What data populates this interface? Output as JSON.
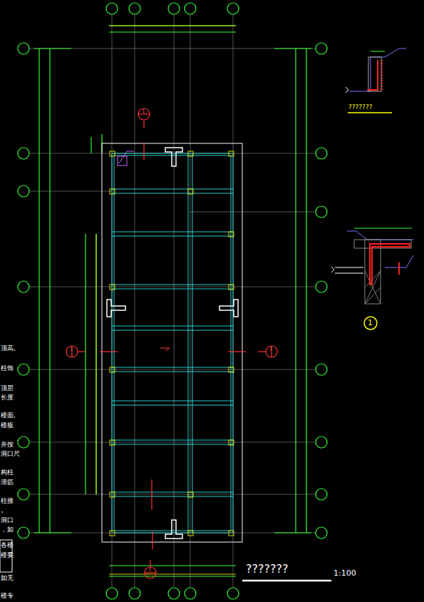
{
  "diagram": {
    "labels": [
      "???????",
      "1",
      "???????",
      "1:100",
      "1",
      "1",
      "1",
      "1",
      "顶高,",
      "柱饰",
      "顶层",
      "长度",
      "楼面,",
      "楼板",
      "并按",
      "洞口尺",
      "构柱",
      "滞筋",
      "柱接",
      "。",
      "洞口",
      "，如",
      "各楼",
      "楼要",
      "如无",
      "楼专"
    ]
  }
}
